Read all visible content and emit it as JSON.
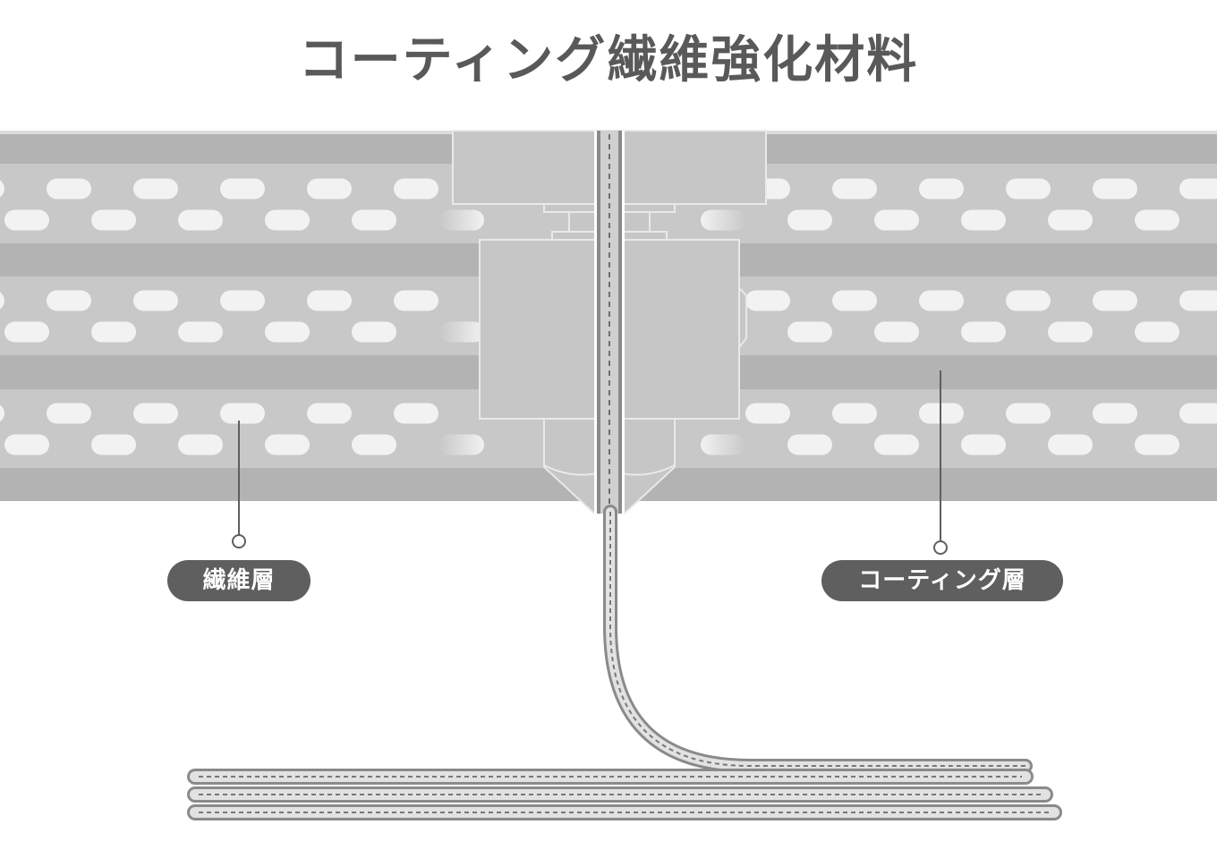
{
  "title": "コーティング繊維強化材料",
  "labels": {
    "fiber_layer": "繊維層",
    "coating_layer": "コーティング層"
  },
  "colors": {
    "title_text": "#595959",
    "label_bg": "#5f5f5f",
    "layer_dark": "#b3b3b3",
    "layer_light": "#c8c8c8",
    "fiber_capsule": "#f2f2f2",
    "nozzle_fill": "#c6c6c6",
    "nozzle_stroke": "#e9e9e9",
    "filament_stroke": "#8a8a8a"
  },
  "icons": {
    "leader_dot": "hollow-circle"
  }
}
